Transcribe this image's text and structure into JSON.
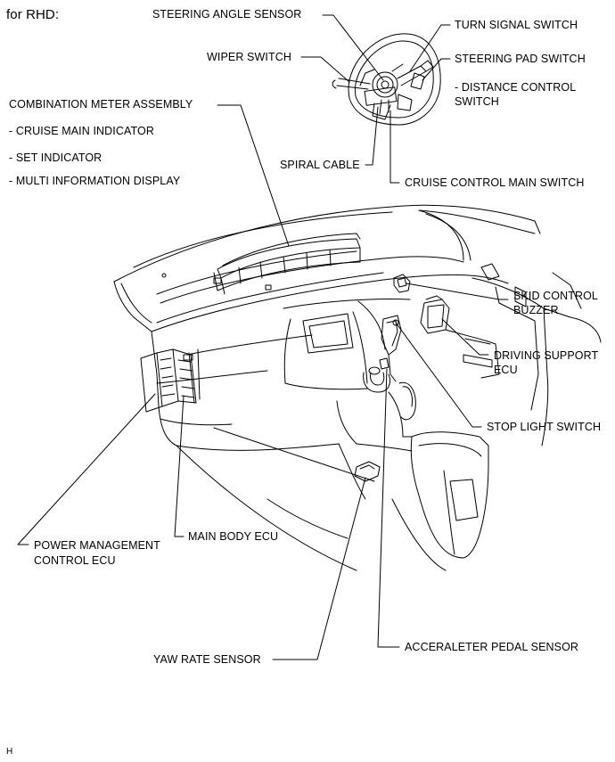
{
  "header": {
    "title": "for RHD:"
  },
  "labels": {
    "steering_angle_sensor": "STEERING ANGLE SENSOR",
    "turn_signal_switch": "TURN SIGNAL SWITCH",
    "wiper_switch": "WIPER SWITCH",
    "steering_pad_switch": "STEERING PAD SWITCH",
    "distance_control_switch_1": "- DISTANCE CONTROL",
    "distance_control_switch_2": "SWITCH",
    "combination_meter_assembly": "COMBINATION METER ASSEMBLY",
    "cruise_main_indicator": "- CRUISE MAIN INDICATOR",
    "set_indicator": "- SET INDICATOR",
    "multi_information_display": "- MULTI INFORMATION DISPLAY",
    "spiral_cable": "SPIRAL CABLE",
    "cruise_control_main_switch": "CRUISE CONTROL MAIN SWITCH",
    "skid_control_buzzer_1": "SKID CONTROL",
    "skid_control_buzzer_2": "BUZZER",
    "driving_support_ecu_1": "DRIVING SUPPORT",
    "driving_support_ecu_2": "ECU",
    "stop_light_switch": "STOP LIGHT SWITCH",
    "main_body_ecu": "MAIN BODY ECU",
    "power_management_ecu_1": "POWER MANAGEMENT",
    "power_management_ecu_2": "CONTROL ECU",
    "accelerator_pedal_sensor": "ACCERALETER PEDAL SENSOR",
    "yaw_rate_sensor": "YAW RATE SENSOR"
  },
  "footer": {
    "code": "H"
  }
}
